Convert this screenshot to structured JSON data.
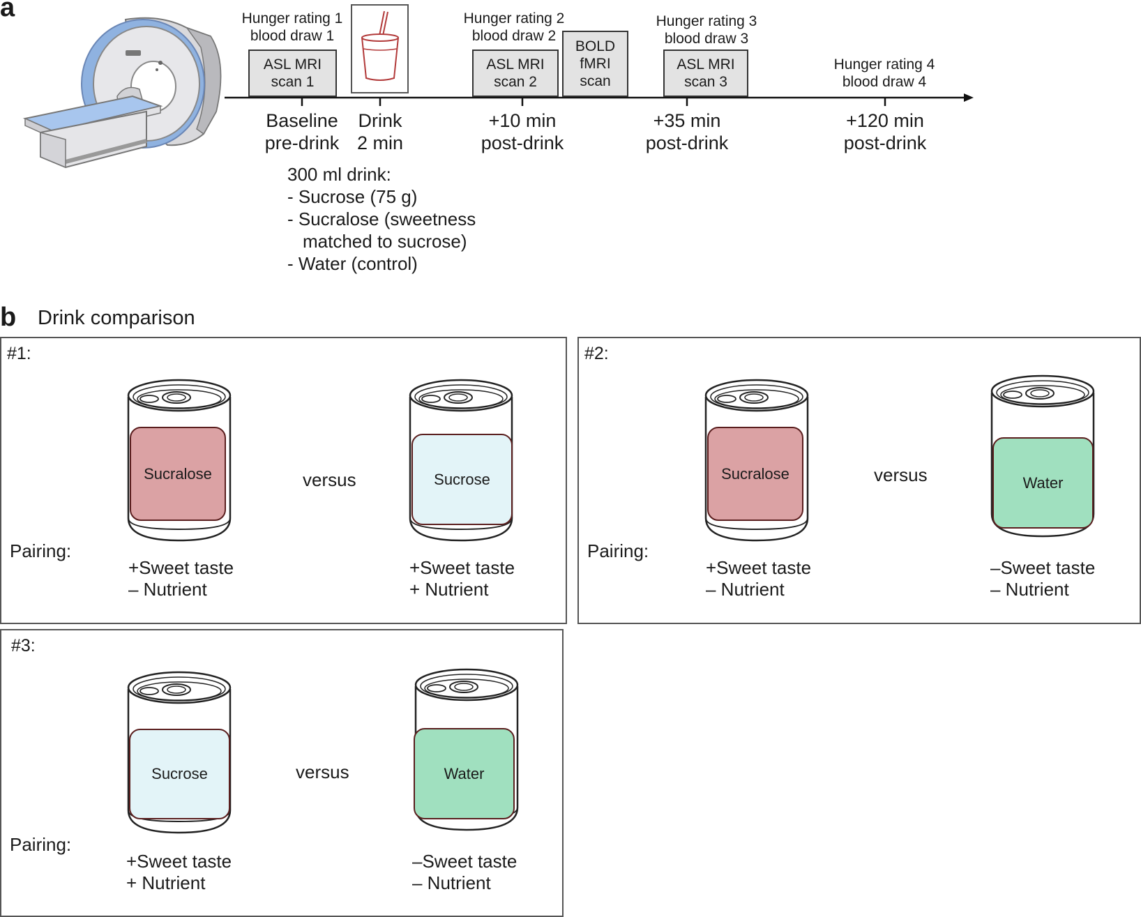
{
  "panel_a": {
    "letter": "a",
    "boxes": [
      {
        "id": "asl1",
        "line1": "ASL MRI",
        "line2": "scan 1"
      },
      {
        "id": "asl2",
        "line1": "ASL MRI",
        "line2": "scan 2"
      },
      {
        "id": "bold",
        "line1": "BOLD",
        "line2": "fMRI",
        "line3": "scan"
      },
      {
        "id": "asl3",
        "line1": "ASL MRI",
        "line2": "scan 3"
      }
    ],
    "above_labels": [
      {
        "line1": "Hunger rating 1",
        "line2": "blood draw 1"
      },
      {
        "line1": "Hunger rating 2",
        "line2": "blood draw 2"
      },
      {
        "line1": "Hunger rating 3",
        "line2": "blood draw 3"
      },
      {
        "line1": "Hunger rating 4",
        "line2": "blood draw 4"
      }
    ],
    "time_labels": [
      {
        "line1": "Baseline",
        "line2": "pre-drink"
      },
      {
        "line1": "Drink",
        "line2": "2 min"
      },
      {
        "line1": "+10 min",
        "line2": "post-drink"
      },
      {
        "line1": "+35 min",
        "line2": "post-drink"
      },
      {
        "line1": "+120 min",
        "line2": "post-drink"
      }
    ],
    "drink_note": {
      "line1": "300 ml drink:",
      "line2": "- Sucrose (75 g)",
      "line3": "- Sucralose (sweetness",
      "line4": "matched to sucrose)",
      "line5": "- Water (control)"
    }
  },
  "panel_b": {
    "letter": "b",
    "title": "Drink comparison",
    "versus": "versus",
    "pairing_label": "Pairing:",
    "comparisons": [
      {
        "id": "#1:",
        "left": {
          "label": "Sucralose",
          "color": "#dba2a4",
          "p1": "+Sweet taste",
          "p2": "– Nutrient"
        },
        "right": {
          "label": "Sucrose",
          "color": "#e3f4f8",
          "p1": "+Sweet taste",
          "p2": "+ Nutrient"
        }
      },
      {
        "id": "#2:",
        "left": {
          "label": "Sucralose",
          "color": "#dba2a4",
          "p1": "+Sweet taste",
          "p2": "– Nutrient"
        },
        "right": {
          "label": "Water",
          "color": "#a0e0bf",
          "p1": "–Sweet taste",
          "p2": "– Nutrient"
        }
      },
      {
        "id": "#3:",
        "left": {
          "label": "Sucrose",
          "color": "#e3f4f8",
          "p1": "+Sweet taste",
          "p2": "+ Nutrient"
        },
        "right": {
          "label": "Water",
          "color": "#a0e0bf",
          "p1": "–Sweet taste",
          "p2": "– Nutrient"
        }
      }
    ]
  }
}
